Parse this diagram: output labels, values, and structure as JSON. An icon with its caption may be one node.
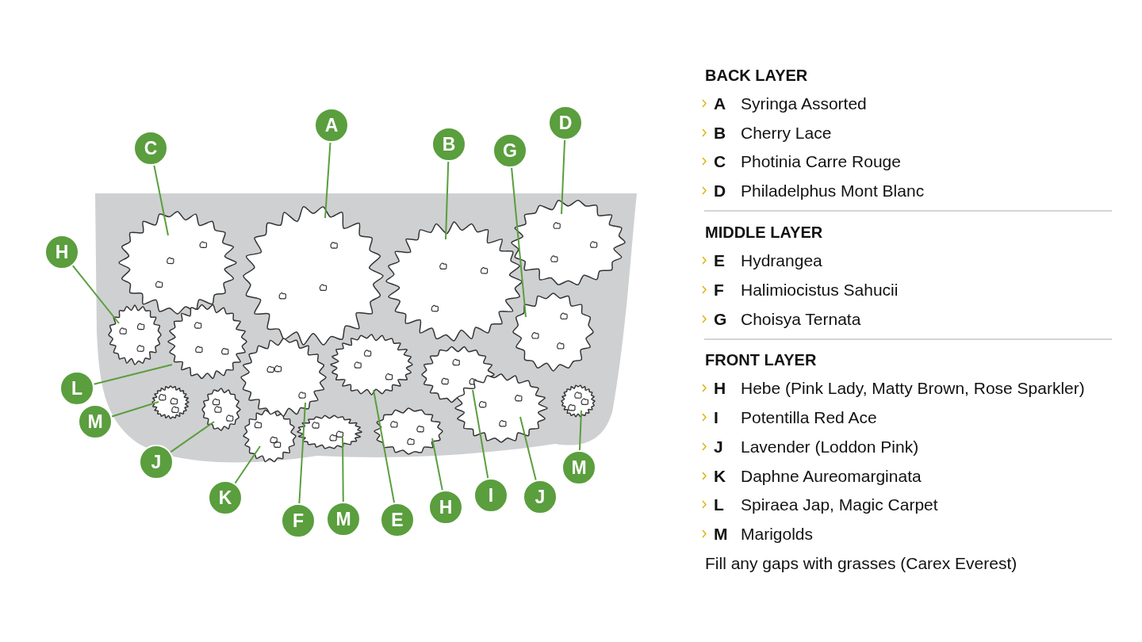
{
  "diagram": {
    "nodes": [
      {
        "text": [
          "C"
        ]
      },
      {
        "text": [
          "A"
        ]
      },
      {
        "text": [
          "B"
        ]
      },
      {
        "text": [
          "G"
        ]
      },
      {
        "text": [
          "D"
        ]
      },
      {
        "text": [
          "H"
        ]
      },
      {
        "text": [
          "L"
        ]
      },
      {
        "text": [
          "M"
        ]
      },
      {
        "text": [
          "J"
        ]
      },
      {
        "text": [
          "K"
        ]
      },
      {
        "text": [
          "F"
        ]
      },
      {
        "text": [
          "M"
        ]
      },
      {
        "text": [
          "E"
        ]
      },
      {
        "text": [
          "H"
        ]
      },
      {
        "text": [
          "I"
        ]
      },
      {
        "text": [
          "J"
        ]
      },
      {
        "text": [
          "M"
        ]
      },
      {
        "text": [],
        "shape": "picture"
      },
      {
        "text": [],
        "shape": "picture"
      },
      {
        "text": [],
        "shape": "picture"
      },
      {
        "text": [],
        "shape": "picture"
      },
      {
        "text": [],
        "shape": "picture"
      },
      {
        "text": [],
        "shape": "picture"
      },
      {
        "text": [],
        "shape": "picture"
      },
      {
        "text": [],
        "shape": "picture"
      },
      {
        "text": [],
        "shape": "picture"
      },
      {
        "text": [],
        "shape": "picture"
      },
      {
        "text": [],
        "shape": "picture"
      },
      {
        "text": [],
        "shape": "picture"
      },
      {
        "text": [],
        "shape": "picture"
      },
      {
        "text": [],
        "shape": "picture"
      },
      {
        "text": [],
        "shape": "picture"
      },
      {
        "text": [],
        "shape": "picture"
      },
      {
        "text": [],
        "shape": "picture"
      }
    ],
    "edges": [
      {
        "from": 0,
        "to": 17,
        "arrow": "none"
      },
      {
        "from": 1,
        "to": 18,
        "arrow": "none"
      },
      {
        "from": 2,
        "to": 19,
        "arrow": "none"
      },
      {
        "from": 3,
        "to": 20,
        "arrow": "none"
      },
      {
        "from": 4,
        "to": 21,
        "arrow": "none"
      },
      {
        "from": 5,
        "to": 22,
        "arrow": "none"
      },
      {
        "from": 6,
        "to": 23,
        "arrow": "none"
      },
      {
        "from": 7,
        "to": 24,
        "arrow": "none"
      },
      {
        "from": 8,
        "to": 25,
        "arrow": "none"
      },
      {
        "from": 9,
        "to": 26,
        "arrow": "none"
      },
      {
        "from": 10,
        "to": 27,
        "arrow": "none"
      },
      {
        "from": 11,
        "to": 28,
        "arrow": "none"
      },
      {
        "from": 12,
        "to": 29,
        "arrow": "none"
      },
      {
        "from": 13,
        "to": 30,
        "arrow": "none"
      },
      {
        "from": 14,
        "to": 31,
        "arrow": "none"
      },
      {
        "from": 15,
        "to": 32,
        "arrow": "none"
      },
      {
        "from": 16,
        "to": 33,
        "arrow": "none"
      }
    ],
    "labels": [
      "BACK LAYER",
      "A",
      "Syringa Assorted",
      "B",
      "Cherry Lace",
      "C",
      "Photinia Carre Rouge",
      "D",
      "Philadelphus Mont Blanc",
      "MIDDLE LAYER",
      "E",
      "Hydrangea",
      "F",
      "Halimiocistus Sahucii",
      "G",
      "Choisya Ternata",
      "FRONT LAYER",
      "H",
      "Hebe (Pink Lady, Matty Brown, Rose Sparkler)",
      "I",
      "Potentilla Red Ace",
      "J",
      "Lavender (Loddon Pink)",
      "K",
      "Daphne Aureomarginata",
      "L",
      "Spiraea Jap, Magic Carpet",
      "M",
      "Marigolds",
      "Fill any gaps with grasses (Carex Everest)"
    ]
  }
}
